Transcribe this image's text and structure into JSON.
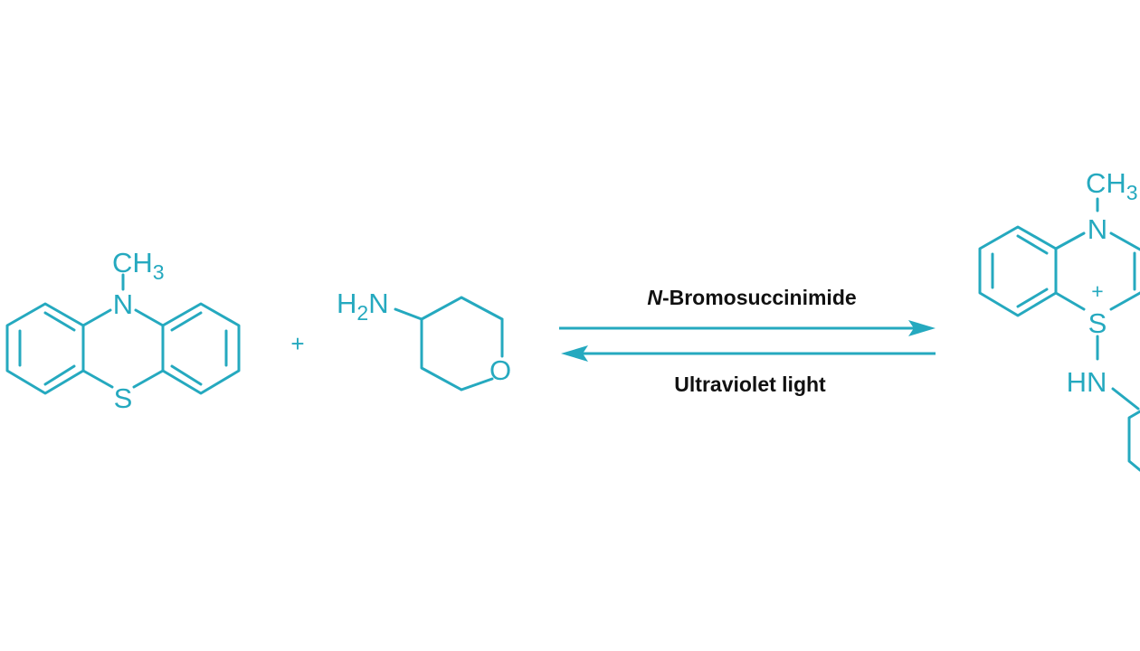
{
  "colors": {
    "structure": "#25a9bf",
    "text": "#111111",
    "background": "#ffffff"
  },
  "reactant1": {
    "n_label": "N",
    "methyl_label": "CH",
    "methyl_sub": "3",
    "s_label": "S"
  },
  "plus_sign": "+",
  "reactant2": {
    "amine_label_h": "H",
    "amine_sub": "2",
    "amine_label_n": "N",
    "o_label": "O"
  },
  "conditions": {
    "forward_italic": "N",
    "forward_rest": "-Bromosuccinimide",
    "reverse": "Ultraviolet light"
  },
  "product": {
    "n_label": "N",
    "methyl_label": "CH",
    "methyl_sub": "3",
    "s_label": "S",
    "s_charge": "+",
    "nh_label": "HN"
  }
}
